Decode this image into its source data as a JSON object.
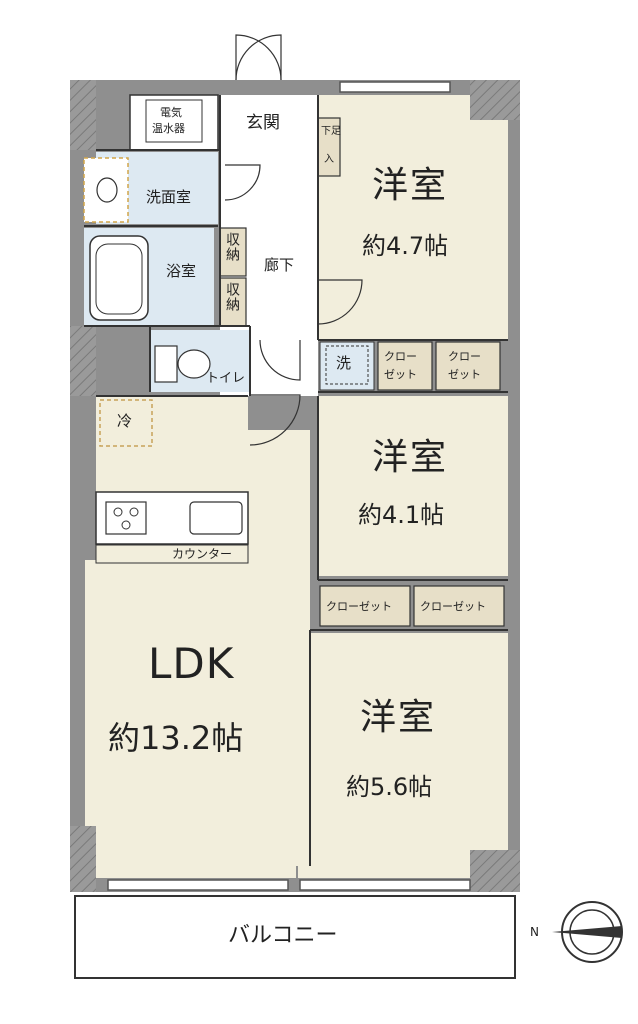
{
  "rooms": {
    "western1": {
      "name": "洋室",
      "size": "約4.7帖"
    },
    "western2": {
      "name": "洋室",
      "size": "約4.1帖"
    },
    "western3": {
      "name": "洋室",
      "size": "約5.6帖"
    },
    "ldk": {
      "name": "LDK",
      "size": "約13.2帖"
    }
  },
  "labels": {
    "water_heater_line1": "電気",
    "water_heater_line2": "温水器",
    "entrance": "玄関",
    "shoe_storage_line1": "下足",
    "shoe_storage_line2": "入",
    "washroom": "洗面室",
    "bathroom": "浴室",
    "storage1": "収納",
    "storage2": "収納",
    "corridor": "廊下",
    "washer": "洗",
    "toilet": "トイレ",
    "fridge": "冷",
    "counter": "カウンター",
    "closet_a_line1": "クロー",
    "closet_a_line2": "ゼット",
    "closet_b_line1": "クロー",
    "closet_b_line2": "ゼット",
    "closet_c": "クローゼット",
    "closet_d": "クローゼット",
    "balcony": "バルコニー",
    "compass_n": "N"
  },
  "colors": {
    "wall": "#8f8f8f",
    "room_floor": "#f2eedc",
    "wet_area": "#dde9f2",
    "closet": "#e7dfc8",
    "line": "#333333"
  }
}
